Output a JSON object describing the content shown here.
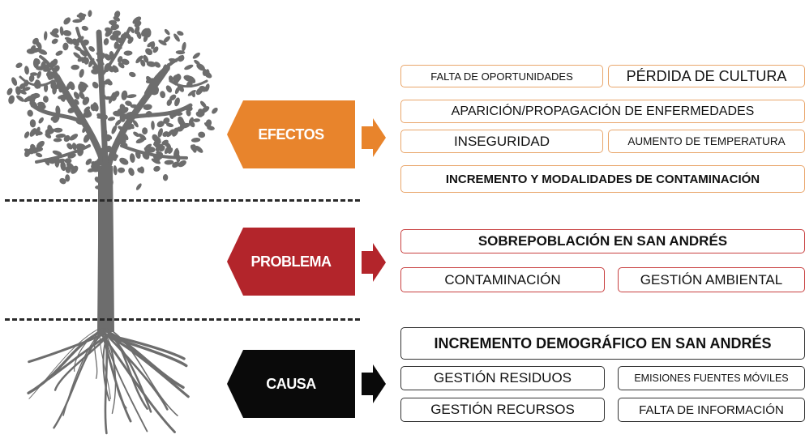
{
  "sections": {
    "efectos": {
      "label": "EFECTOS",
      "color": "#e8842c",
      "items": [
        "FALTA DE OPORTUNIDADES",
        "PÉRDIDA DE CULTURA",
        "APARICIÓN/PROPAGACIÓN DE ENFERMEDADES",
        "INSEGURIDAD",
        "AUMENTO DE TEMPERATURA",
        "INCREMENTO Y MODALIDADES DE CONTAMINACIÓN"
      ]
    },
    "problema": {
      "label": "PROBLEMA",
      "color": "#b3252b",
      "items": [
        "SOBREPOBLACIÓN EN SAN ANDRÉS",
        "CONTAMINACIÓN",
        "GESTIÓN AMBIENTAL"
      ]
    },
    "causa": {
      "label": "CAUSA",
      "color": "#0a0a0a",
      "items": [
        "INCREMENTO DEMOGRÁFICO EN SAN ANDRÉS",
        "GESTIÓN RESIDUOS",
        "EMISIONES FUENTES MÓVILES",
        "GESTIÓN RECURSOS",
        "FALTA DE INFORMACIÓN"
      ]
    }
  },
  "illustration": {
    "name": "tree-with-roots",
    "color": "#6d6d6d"
  }
}
